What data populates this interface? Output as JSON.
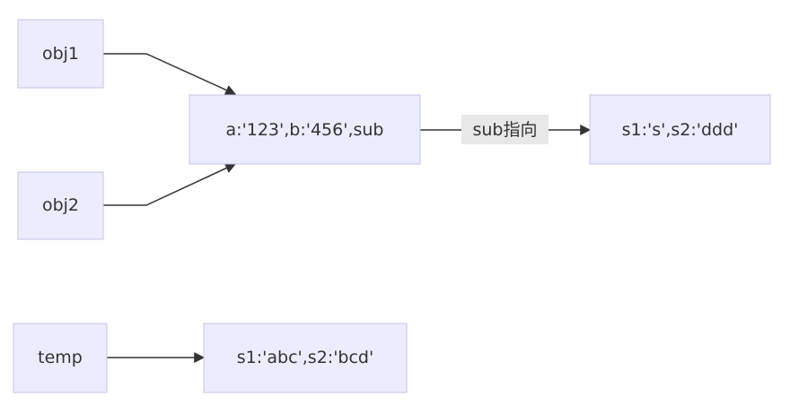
{
  "nodes": {
    "obj1": "obj1",
    "obj2": "obj2",
    "main": "a:'123',b:'456',sub",
    "sub": "s1:'s',s2:'ddd'",
    "temp": "temp",
    "temp_target": "s1:'abc',s2:'bcd'"
  },
  "edges": {
    "main_to_sub_label": "sub指向"
  }
}
